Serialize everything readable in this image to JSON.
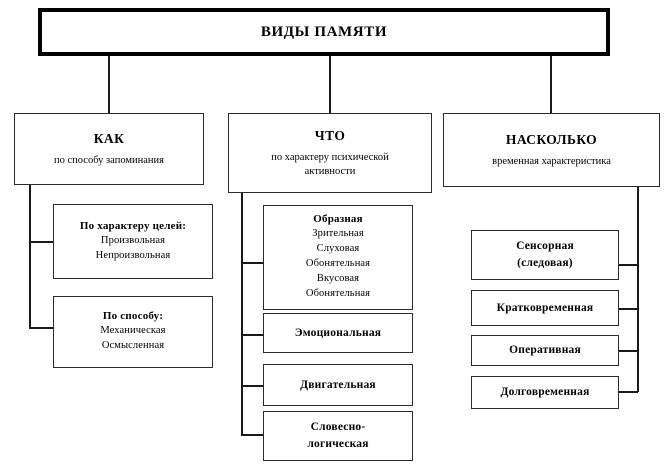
{
  "diagram": {
    "title": "ВИДЫ ПАМЯТИ",
    "language": "ru",
    "colors": {
      "background": "#ffffff",
      "border": "#2b2b2b",
      "root_border": "#000000",
      "text": "#000000",
      "connector": "#1a1a1a"
    },
    "branches": {
      "how": {
        "title": "КАК",
        "subtitle": "по способу запоминания",
        "children": [
          {
            "head": "По характеру целей:",
            "lines": [
              "Произвольная",
              "Непроизвольная"
            ]
          },
          {
            "head": "По способу:",
            "lines": [
              "Механическая",
              "Осмысленная"
            ]
          }
        ]
      },
      "what": {
        "title": "ЧТО",
        "subtitle_line1": "по характеру психической",
        "subtitle_line2": "активности",
        "children": [
          {
            "head": "Образная",
            "lines": [
              "Зрительная",
              "Слуховая",
              "Обонятельная",
              "Вкусовая",
              "Обонятельная"
            ]
          },
          {
            "head": "Эмоциональная",
            "lines": []
          },
          {
            "head": "Двигательная",
            "lines": []
          },
          {
            "head_line1": "Словесно-",
            "head_line2": "логическая",
            "lines": []
          }
        ]
      },
      "how_much": {
        "title": "НАСКОЛЬКО",
        "subtitle": "временная характеристика",
        "children": [
          {
            "head_line1": "Сенсорная",
            "head_line2": "(следовая)"
          },
          {
            "head": "Кратковременная"
          },
          {
            "head": "Оперативная"
          },
          {
            "head": "Долговременная"
          }
        ]
      }
    }
  }
}
